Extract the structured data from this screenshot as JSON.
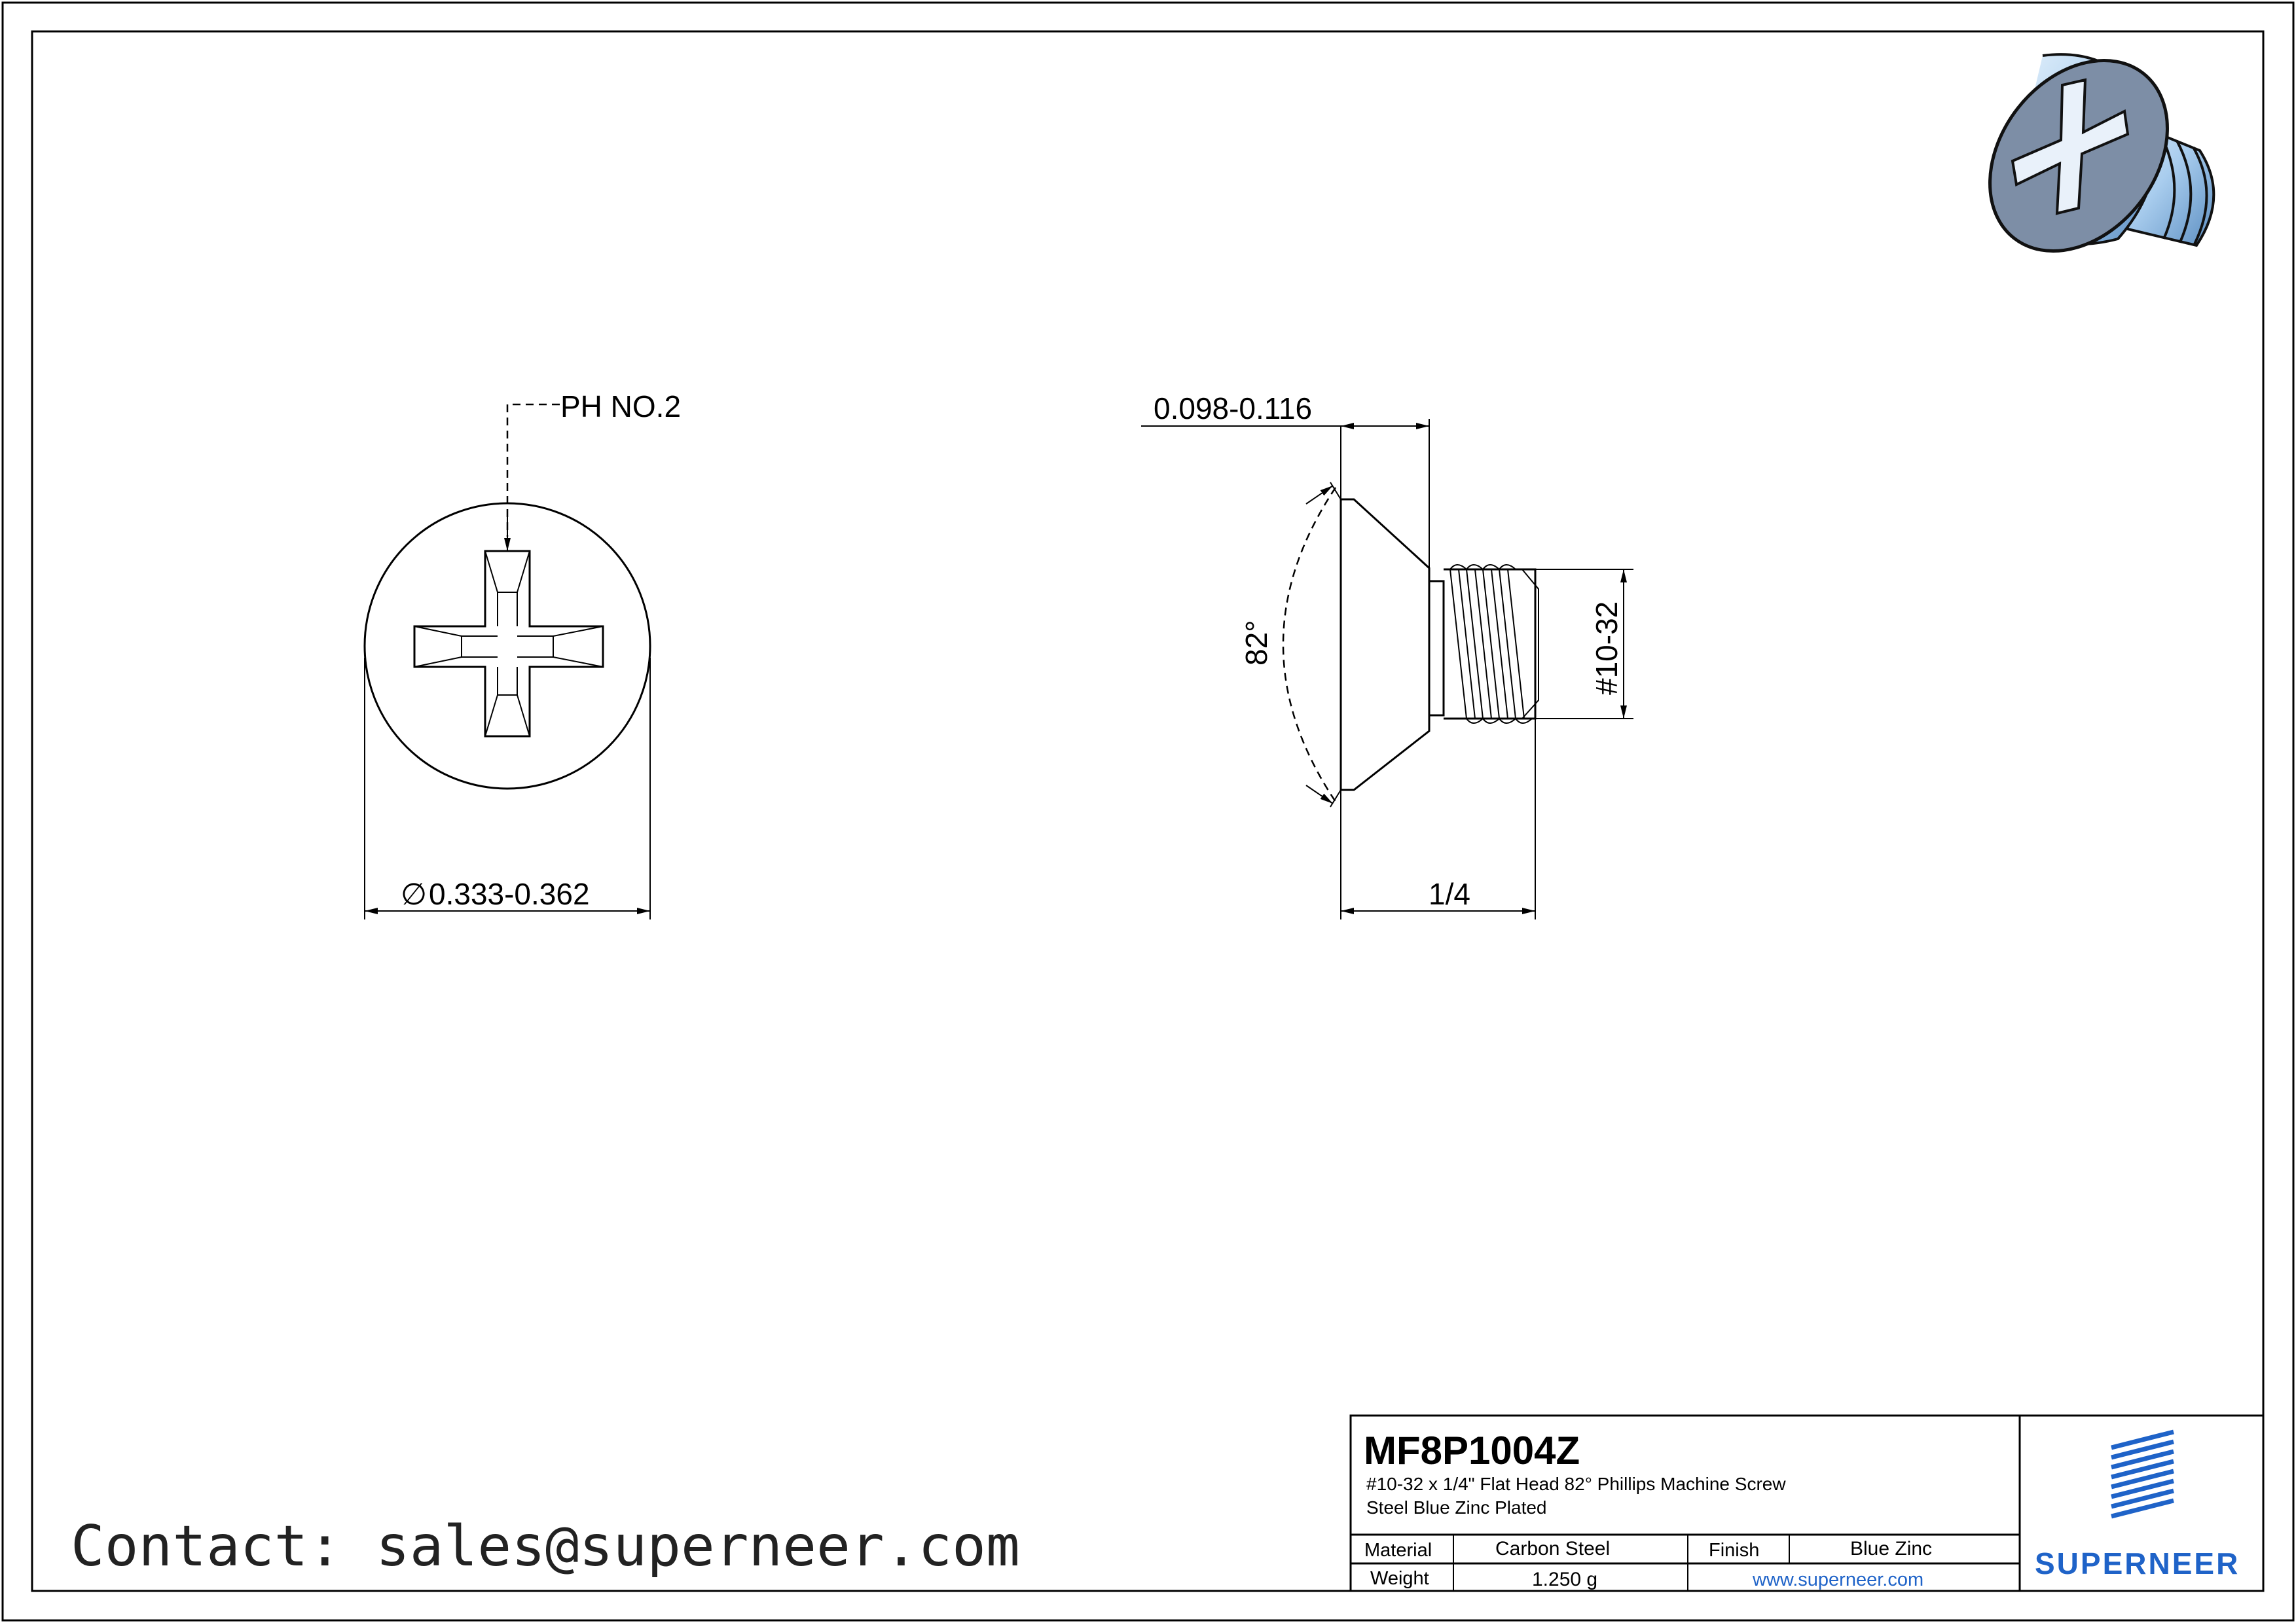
{
  "front_view": {
    "drive_label": "PH NO.2",
    "diameter_symbol": "∅",
    "diameter_value": "0.333-0.362"
  },
  "side_view": {
    "head_height": "0.098-0.116",
    "head_angle": "82°",
    "thread_size": "#10-32",
    "length": "1/4"
  },
  "title_block": {
    "part_number": "MF8P1004Z",
    "description_line1": "#10-32 x 1/4\" Flat Head 82° Phillips Machine Screw",
    "description_line2": "Steel Blue Zinc Plated",
    "material_label": "Material",
    "material_value": "Carbon Steel",
    "finish_label": "Finish",
    "finish_value": "Blue Zinc",
    "weight_label": "Weight",
    "weight_value": "1.250 g",
    "website": "www.superneer.com",
    "logo_text": "SUPERNEER"
  },
  "contact": "Contact: sales@superneer.com",
  "colors": {
    "brand_blue": "#1f63c8",
    "zinc_blue": "#a9cdee",
    "slot_gray": "#7d8ea6"
  }
}
